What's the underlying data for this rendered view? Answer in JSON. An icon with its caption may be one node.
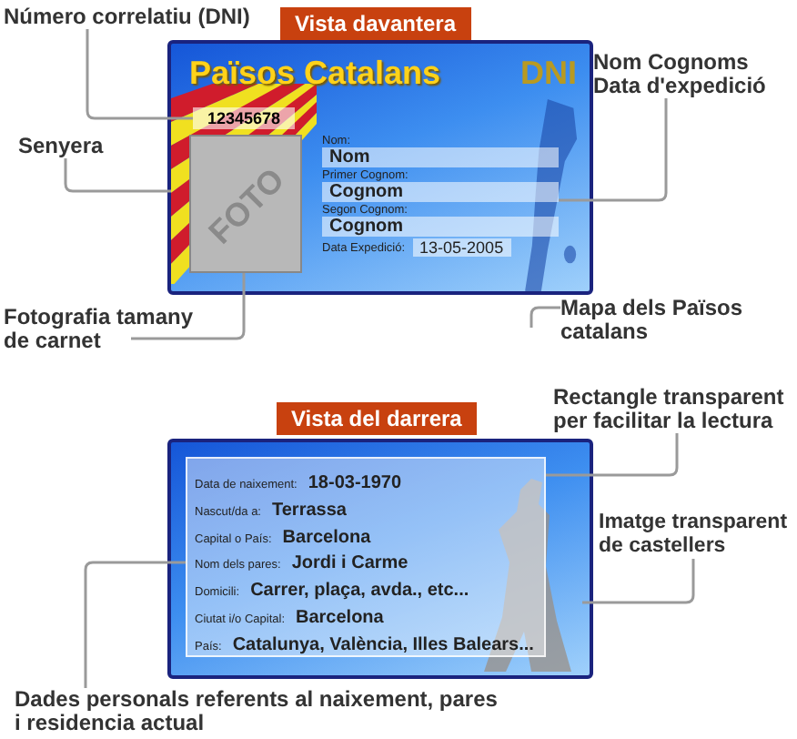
{
  "diagram": {
    "nodes": [
      {
        "text": [
          "Vista davantera"
        ]
      },
      {
        "text": [
          "FOTO"
        ],
        "in": 0
      },
      {
        "text": [
          "12345678"
        ],
        "in": 0
      },
      {
        "text": [],
        "shape": "picture",
        "in": 0
      },
      {
        "text": [],
        "shape": "picture",
        "in": 0
      },
      {
        "text": [
          "Nom:",
          "Nom",
          "Primer Cognom:",
          "Cognom",
          "Segon Cognom:",
          "Cognom",
          "Data Expedició:",
          "13-05-2005"
        ],
        "in": 0
      },
      {
        "text": [
          "Número correlatiu (DNI)"
        ]
      },
      {
        "text": [
          "Senyera"
        ]
      },
      {
        "text": [
          "Nom Cognoms Data d'expedició"
        ]
      },
      {
        "text": [
          "Fotografia tamany de carnet"
        ]
      },
      {
        "text": [
          "Mapa dels Països catalans"
        ]
      },
      {
        "text": [
          "Vista del darrera"
        ]
      },
      {
        "text": [
          "Data de naixement:",
          "18-03-1970",
          "Nascut/da a:",
          "Terrassa",
          "Capital o País:",
          "Barcelona",
          "Nom dels pares:",
          "Jordi i Carme",
          "Domicili:",
          "Carrer, plaça, avda., etc...",
          "Ciutat i/o Capital:",
          "Barcelona",
          "País:",
          "Catalunya, València, Illes Balears..."
        ],
        "in": 11
      },
      {
        "text": [],
        "shape": "picture",
        "in": 11
      },
      {
        "text": [
          "Rectangle transparent per facilitar la lectura"
        ]
      },
      {
        "text": [
          "Imatge transparent de castellers"
        ]
      },
      {
        "text": [
          "Dades personals referents al naixement, pares i residencia actual"
        ]
      }
    ],
    "edges": [
      {
        "from": 6,
        "to": 2,
        "arrow": "none"
      },
      {
        "from": 7,
        "to": 3,
        "arrow": "none"
      },
      {
        "from": 8,
        "to": 5,
        "arrow": "none"
      },
      {
        "from": 9,
        "to": 1,
        "arrow": "none"
      },
      {
        "from": 10,
        "to": 4,
        "arrow": "none"
      },
      {
        "from": 14,
        "to": 12,
        "arrow": "none"
      },
      {
        "from": 15,
        "to": 13,
        "arrow": "none"
      },
      {
        "from": 16,
        "to": 12,
        "arrow": "none"
      }
    ],
    "labels": [
      "Països Catalans",
      "DNI"
    ]
  }
}
